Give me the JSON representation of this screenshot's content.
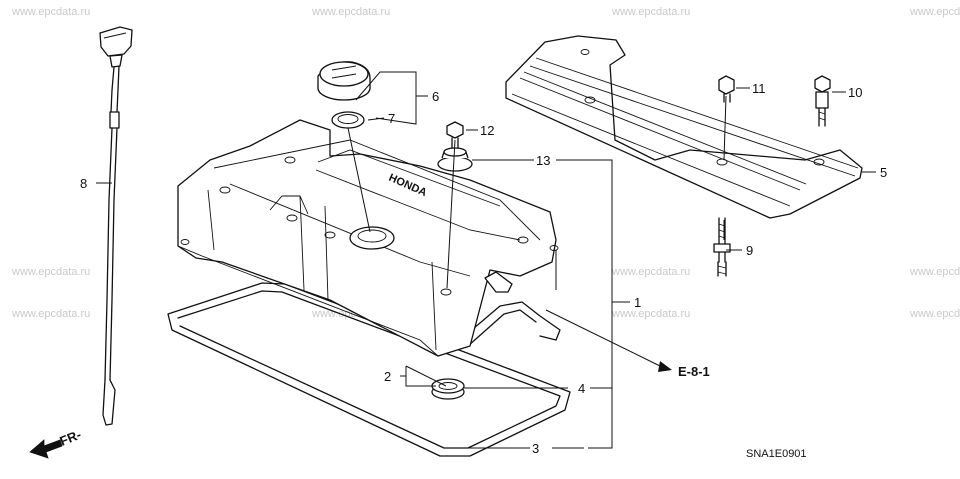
{
  "watermark": "www.epcdata.ru",
  "parts": [
    {
      "number": "1"
    },
    {
      "number": "2"
    },
    {
      "number": "3"
    },
    {
      "number": "4"
    },
    {
      "number": "5"
    },
    {
      "number": "6"
    },
    {
      "number": "7"
    },
    {
      "number": "8"
    },
    {
      "number": "9"
    },
    {
      "number": "10"
    },
    {
      "number": "11"
    },
    {
      "number": "12"
    },
    {
      "number": "13"
    }
  ],
  "reference": "E-8-1",
  "front_marker": "FR-",
  "diagram_code": "SNA1E0901",
  "embossed_text": "HONDA"
}
